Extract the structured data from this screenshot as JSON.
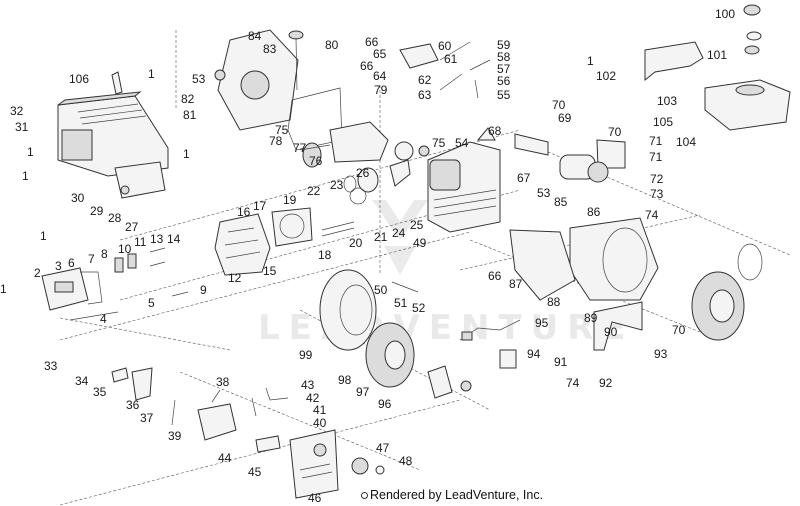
{
  "diagram": {
    "title": "Engine exploded parts diagram",
    "watermark": "LEADVENTURE",
    "footer": "Rendered by LeadVenture, Inc.",
    "callouts": [
      {
        "id": "c1a",
        "label": "1"
      },
      {
        "id": "c1b",
        "label": "1"
      },
      {
        "id": "c1c",
        "label": "1"
      },
      {
        "id": "c1d",
        "label": "1"
      },
      {
        "id": "c1e",
        "label": "1"
      },
      {
        "id": "c1f",
        "label": "1"
      },
      {
        "id": "c1g",
        "label": "1"
      },
      {
        "id": "c2",
        "label": "2"
      },
      {
        "id": "c3",
        "label": "3"
      },
      {
        "id": "c4",
        "label": "4"
      },
      {
        "id": "c5",
        "label": "5"
      },
      {
        "id": "c6",
        "label": "6"
      },
      {
        "id": "c7",
        "label": "7"
      },
      {
        "id": "c8",
        "label": "8"
      },
      {
        "id": "c9",
        "label": "9"
      },
      {
        "id": "c10",
        "label": "10"
      },
      {
        "id": "c11",
        "label": "11"
      },
      {
        "id": "c12",
        "label": "12"
      },
      {
        "id": "c13",
        "label": "13"
      },
      {
        "id": "c14",
        "label": "14"
      },
      {
        "id": "c15",
        "label": "15"
      },
      {
        "id": "c16",
        "label": "16"
      },
      {
        "id": "c17",
        "label": "17"
      },
      {
        "id": "c18",
        "label": "18"
      },
      {
        "id": "c19",
        "label": "19"
      },
      {
        "id": "c20",
        "label": "20"
      },
      {
        "id": "c21",
        "label": "21"
      },
      {
        "id": "c22",
        "label": "22"
      },
      {
        "id": "c23",
        "label": "23"
      },
      {
        "id": "c24",
        "label": "24"
      },
      {
        "id": "c25",
        "label": "25"
      },
      {
        "id": "c26",
        "label": "26"
      },
      {
        "id": "c27",
        "label": "27"
      },
      {
        "id": "c28",
        "label": "28"
      },
      {
        "id": "c29",
        "label": "29"
      },
      {
        "id": "c30",
        "label": "30"
      },
      {
        "id": "c31",
        "label": "31"
      },
      {
        "id": "c32",
        "label": "32"
      },
      {
        "id": "c33",
        "label": "33"
      },
      {
        "id": "c34",
        "label": "34"
      },
      {
        "id": "c35",
        "label": "35"
      },
      {
        "id": "c36",
        "label": "36"
      },
      {
        "id": "c37",
        "label": "37"
      },
      {
        "id": "c38",
        "label": "38"
      },
      {
        "id": "c39",
        "label": "39"
      },
      {
        "id": "c40",
        "label": "40"
      },
      {
        "id": "c41",
        "label": "41"
      },
      {
        "id": "c42",
        "label": "42"
      },
      {
        "id": "c43",
        "label": "43"
      },
      {
        "id": "c44",
        "label": "44"
      },
      {
        "id": "c45",
        "label": "45"
      },
      {
        "id": "c46",
        "label": "46"
      },
      {
        "id": "c47",
        "label": "47"
      },
      {
        "id": "c48",
        "label": "48"
      },
      {
        "id": "c49",
        "label": "49"
      },
      {
        "id": "c50",
        "label": "50"
      },
      {
        "id": "c51",
        "label": "51"
      },
      {
        "id": "c52",
        "label": "52"
      },
      {
        "id": "c53a",
        "label": "53"
      },
      {
        "id": "c53b",
        "label": "53"
      },
      {
        "id": "c54",
        "label": "54"
      },
      {
        "id": "c55",
        "label": "55"
      },
      {
        "id": "c56",
        "label": "56"
      },
      {
        "id": "c57",
        "label": "57"
      },
      {
        "id": "c58",
        "label": "58"
      },
      {
        "id": "c59",
        "label": "59"
      },
      {
        "id": "c60",
        "label": "60"
      },
      {
        "id": "c61",
        "label": "61"
      },
      {
        "id": "c62",
        "label": "62"
      },
      {
        "id": "c63",
        "label": "63"
      },
      {
        "id": "c64",
        "label": "64"
      },
      {
        "id": "c65",
        "label": "65"
      },
      {
        "id": "c66a",
        "label": "66"
      },
      {
        "id": "c66b",
        "label": "66"
      },
      {
        "id": "c66c",
        "label": "66"
      },
      {
        "id": "c67",
        "label": "67"
      },
      {
        "id": "c68",
        "label": "68"
      },
      {
        "id": "c69",
        "label": "69"
      },
      {
        "id": "c70a",
        "label": "70"
      },
      {
        "id": "c70b",
        "label": "70"
      },
      {
        "id": "c70c",
        "label": "70"
      },
      {
        "id": "c71a",
        "label": "71"
      },
      {
        "id": "c71b",
        "label": "71"
      },
      {
        "id": "c72",
        "label": "72"
      },
      {
        "id": "c73",
        "label": "73"
      },
      {
        "id": "c74a",
        "label": "74"
      },
      {
        "id": "c74b",
        "label": "74"
      },
      {
        "id": "c75a",
        "label": "75"
      },
      {
        "id": "c75b",
        "label": "75"
      },
      {
        "id": "c76",
        "label": "76"
      },
      {
        "id": "c77",
        "label": "77"
      },
      {
        "id": "c78",
        "label": "78"
      },
      {
        "id": "c79",
        "label": "79"
      },
      {
        "id": "c80",
        "label": "80"
      },
      {
        "id": "c81",
        "label": "81"
      },
      {
        "id": "c82",
        "label": "82"
      },
      {
        "id": "c83",
        "label": "83"
      },
      {
        "id": "c84",
        "label": "84"
      },
      {
        "id": "c85",
        "label": "85"
      },
      {
        "id": "c86",
        "label": "86"
      },
      {
        "id": "c87",
        "label": "87"
      },
      {
        "id": "c88",
        "label": "88"
      },
      {
        "id": "c89",
        "label": "89"
      },
      {
        "id": "c90",
        "label": "90"
      },
      {
        "id": "c91",
        "label": "91"
      },
      {
        "id": "c92",
        "label": "92"
      },
      {
        "id": "c93",
        "label": "93"
      },
      {
        "id": "c94",
        "label": "94"
      },
      {
        "id": "c95",
        "label": "95"
      },
      {
        "id": "c96",
        "label": "96"
      },
      {
        "id": "c97",
        "label": "97"
      },
      {
        "id": "c98",
        "label": "98"
      },
      {
        "id": "c99",
        "label": "99"
      },
      {
        "id": "c100",
        "label": "100"
      },
      {
        "id": "c101",
        "label": "101"
      },
      {
        "id": "c102",
        "label": "102"
      },
      {
        "id": "c103",
        "label": "103"
      },
      {
        "id": "c104",
        "label": "104"
      },
      {
        "id": "c105",
        "label": "105"
      },
      {
        "id": "c106",
        "label": "106"
      }
    ]
  }
}
